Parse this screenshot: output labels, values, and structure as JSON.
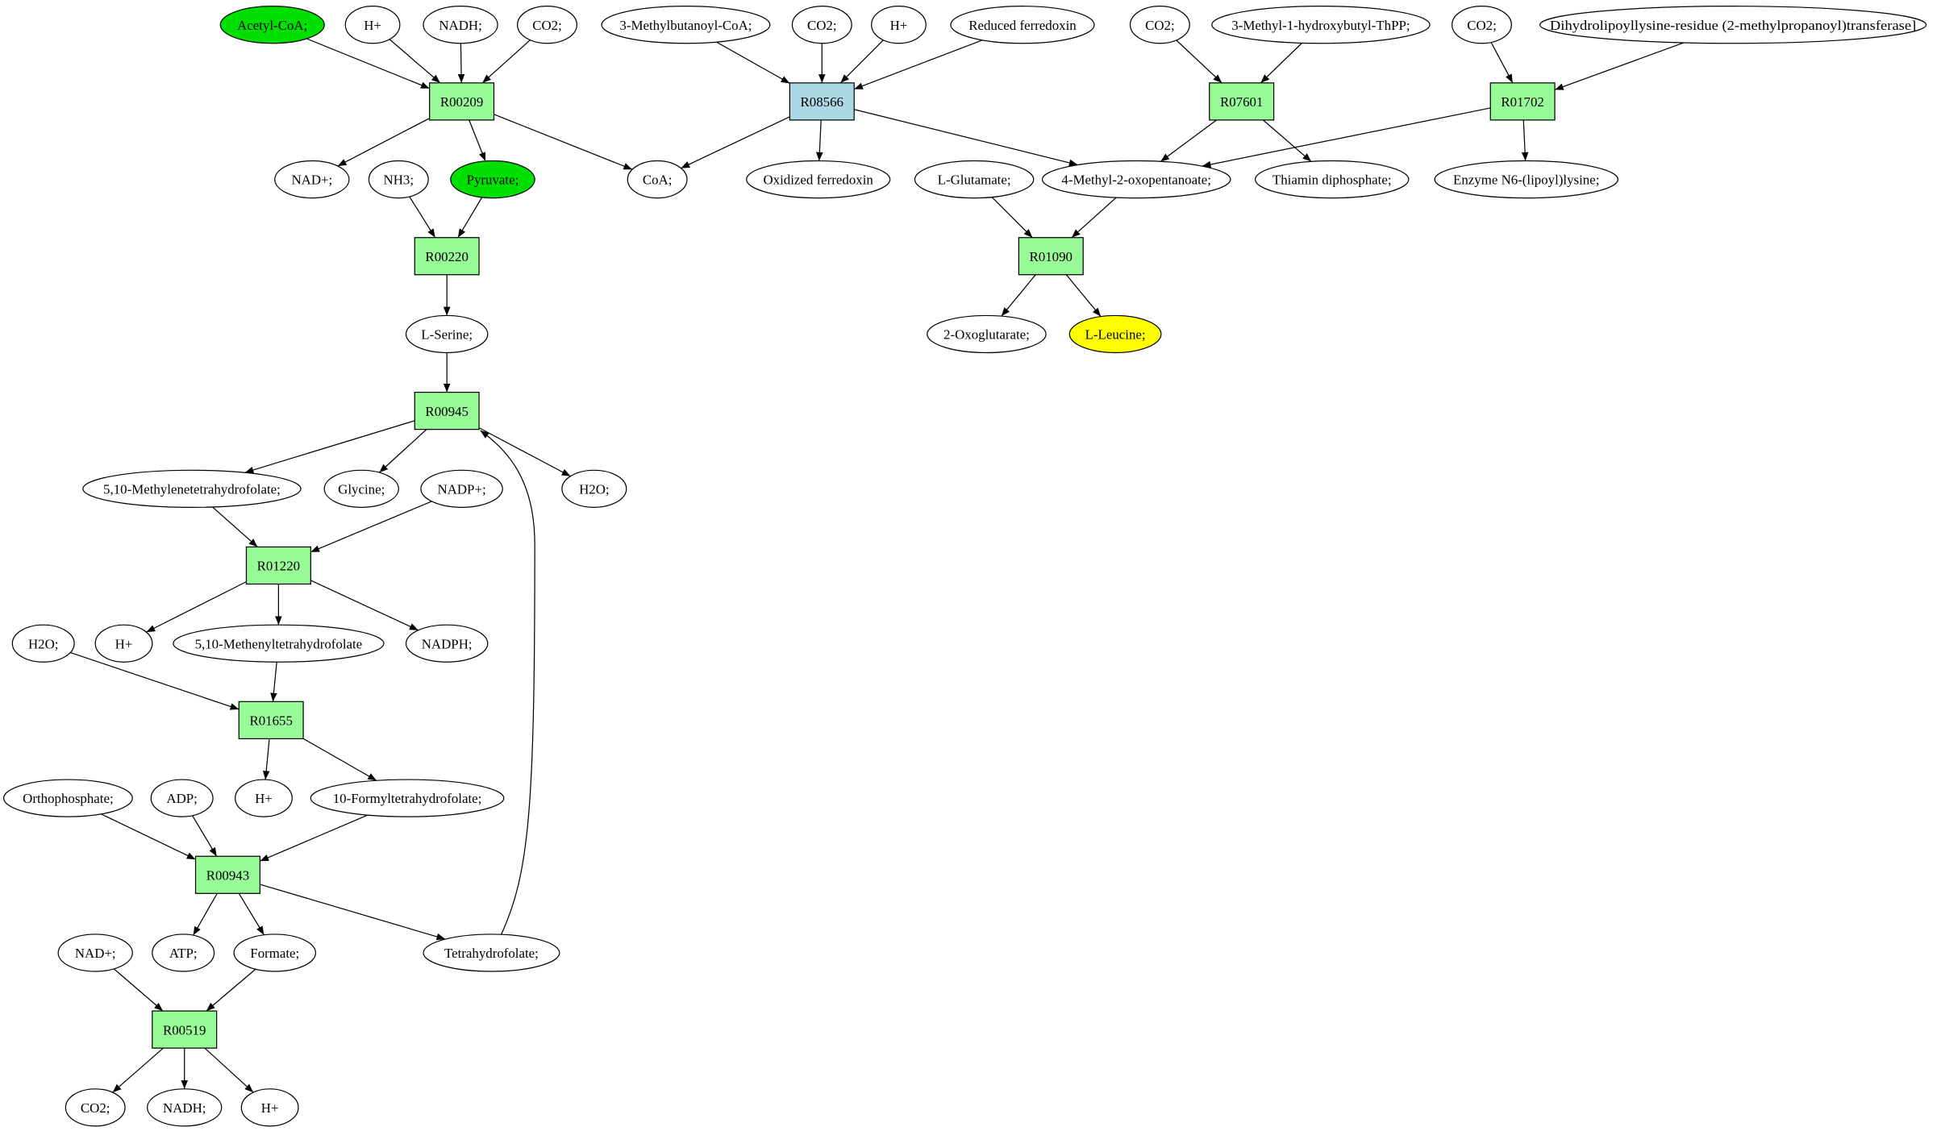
{
  "title": "Leucine pathway reaction graph",
  "colors": {
    "reaction": "#98fb98",
    "reaction_highlight": "#add8e6",
    "source_compound": "#00e000",
    "target_compound": "#ffff00",
    "compound": "#ffffff"
  },
  "nodes": [
    {
      "id": "acetyl",
      "label": "Acetyl-CoA;",
      "kind": "compound",
      "fill": "source_compound"
    },
    {
      "id": "h1",
      "label": "H+",
      "kind": "compound"
    },
    {
      "id": "nadh1",
      "label": "NADH;",
      "kind": "compound"
    },
    {
      "id": "co2a",
      "label": "CO2;",
      "kind": "compound"
    },
    {
      "id": "mb",
      "label": "3-Methylbutanoyl-CoA;",
      "kind": "compound"
    },
    {
      "id": "co2b",
      "label": "CO2;",
      "kind": "compound"
    },
    {
      "id": "h2",
      "label": "H+",
      "kind": "compound"
    },
    {
      "id": "redf",
      "label": "Reduced ferredoxin",
      "kind": "compound"
    },
    {
      "id": "co2c",
      "label": "CO2;",
      "kind": "compound"
    },
    {
      "id": "mh",
      "label": "3-Methyl-1-hydroxybutyl-ThPP;",
      "kind": "compound"
    },
    {
      "id": "co2d",
      "label": "CO2;",
      "kind": "compound"
    },
    {
      "id": "dihyd",
      "label": "Dihydrolipoyllysine-residue (2-methylpropanoyl)transferase]",
      "kind": "compound"
    },
    {
      "id": "R00209",
      "label": "R00209",
      "kind": "reaction"
    },
    {
      "id": "R08566",
      "label": "R08566",
      "kind": "reaction",
      "fill": "reaction_highlight"
    },
    {
      "id": "R07601",
      "label": "R07601",
      "kind": "reaction"
    },
    {
      "id": "R01702",
      "label": "R01702",
      "kind": "reaction"
    },
    {
      "id": "nad1",
      "label": "NAD+;",
      "kind": "compound"
    },
    {
      "id": "nh3",
      "label": "NH3;",
      "kind": "compound"
    },
    {
      "id": "pyr",
      "label": "Pyruvate;",
      "kind": "compound",
      "fill": "source_compound"
    },
    {
      "id": "coa",
      "label": "CoA;",
      "kind": "compound"
    },
    {
      "id": "oxf",
      "label": "Oxidized ferredoxin",
      "kind": "compound"
    },
    {
      "id": "glu",
      "label": "L-Glutamate;",
      "kind": "compound"
    },
    {
      "id": "mop",
      "label": "4-Methyl-2-oxopentanoate;",
      "kind": "compound"
    },
    {
      "id": "tdp",
      "label": "Thiamin diphosphate;",
      "kind": "compound"
    },
    {
      "id": "enz",
      "label": "Enzyme N6-(lipoyl)lysine;",
      "kind": "compound"
    },
    {
      "id": "R00220",
      "label": "R00220",
      "kind": "reaction"
    },
    {
      "id": "R01090",
      "label": "R01090",
      "kind": "reaction"
    },
    {
      "id": "ser",
      "label": "L-Serine;",
      "kind": "compound"
    },
    {
      "id": "oxg",
      "label": "2-Oxoglutarate;",
      "kind": "compound"
    },
    {
      "id": "leu",
      "label": "L-Leucine;",
      "kind": "compound",
      "fill": "target_compound"
    },
    {
      "id": "R00945",
      "label": "R00945",
      "kind": "reaction"
    },
    {
      "id": "mthf",
      "label": "5,10-Methylenetetrahydrofolate;",
      "kind": "compound"
    },
    {
      "id": "gly",
      "label": "Glycine;",
      "kind": "compound"
    },
    {
      "id": "nadp",
      "label": "NADP+;",
      "kind": "compound"
    },
    {
      "id": "h2o1",
      "label": "H2O;",
      "kind": "compound"
    },
    {
      "id": "R01220",
      "label": "R01220",
      "kind": "reaction"
    },
    {
      "id": "h2o2",
      "label": "H2O;",
      "kind": "compound"
    },
    {
      "id": "h3",
      "label": "H+",
      "kind": "compound"
    },
    {
      "id": "menthf",
      "label": "5,10-Methenyltetrahydrofolate",
      "kind": "compound"
    },
    {
      "id": "nadph",
      "label": "NADPH;",
      "kind": "compound"
    },
    {
      "id": "R01655",
      "label": "R01655",
      "kind": "reaction"
    },
    {
      "id": "pi",
      "label": "Orthophosphate;",
      "kind": "compound"
    },
    {
      "id": "adp",
      "label": "ADP;",
      "kind": "compound"
    },
    {
      "id": "h4",
      "label": "H+",
      "kind": "compound"
    },
    {
      "id": "fthf",
      "label": "10-Formyltetrahydrofolate;",
      "kind": "compound"
    },
    {
      "id": "R00943",
      "label": "R00943",
      "kind": "reaction"
    },
    {
      "id": "nad2",
      "label": "NAD+;",
      "kind": "compound"
    },
    {
      "id": "atp",
      "label": "ATP;",
      "kind": "compound"
    },
    {
      "id": "form",
      "label": "Formate;",
      "kind": "compound"
    },
    {
      "id": "thf",
      "label": "Tetrahydrofolate;",
      "kind": "compound"
    },
    {
      "id": "R00519",
      "label": "R00519",
      "kind": "reaction"
    },
    {
      "id": "co2e",
      "label": "CO2;",
      "kind": "compound"
    },
    {
      "id": "nadh2",
      "label": "NADH;",
      "kind": "compound"
    },
    {
      "id": "h5",
      "label": "H+",
      "kind": "compound"
    }
  ],
  "edges": [
    [
      "acetyl",
      "R00209"
    ],
    [
      "h1",
      "R00209"
    ],
    [
      "nadh1",
      "R00209"
    ],
    [
      "co2a",
      "R00209"
    ],
    [
      "R00209",
      "nad1"
    ],
    [
      "R00209",
      "pyr"
    ],
    [
      "R00209",
      "coa"
    ],
    [
      "mb",
      "R08566"
    ],
    [
      "co2b",
      "R08566"
    ],
    [
      "h2",
      "R08566"
    ],
    [
      "redf",
      "R08566"
    ],
    [
      "R08566",
      "coa"
    ],
    [
      "R08566",
      "oxf"
    ],
    [
      "R08566",
      "mop"
    ],
    [
      "co2c",
      "R07601"
    ],
    [
      "mh",
      "R07601"
    ],
    [
      "R07601",
      "mop"
    ],
    [
      "R07601",
      "tdp"
    ],
    [
      "co2d",
      "R01702"
    ],
    [
      "dihyd",
      "R01702"
    ],
    [
      "R01702",
      "mop"
    ],
    [
      "R01702",
      "enz"
    ],
    [
      "nh3",
      "R00220"
    ],
    [
      "pyr",
      "R00220"
    ],
    [
      "R00220",
      "ser"
    ],
    [
      "glu",
      "R01090"
    ],
    [
      "mop",
      "R01090"
    ],
    [
      "R01090",
      "oxg"
    ],
    [
      "R01090",
      "leu"
    ],
    [
      "ser",
      "R00945"
    ],
    [
      "R00945",
      "mthf"
    ],
    [
      "R00945",
      "gly"
    ],
    [
      "R00945",
      "h2o1"
    ],
    [
      "mthf",
      "R01220"
    ],
    [
      "nadp",
      "R01220"
    ],
    [
      "R01220",
      "h3"
    ],
    [
      "R01220",
      "menthf"
    ],
    [
      "R01220",
      "nadph"
    ],
    [
      "h2o2",
      "R01655"
    ],
    [
      "menthf",
      "R01655"
    ],
    [
      "R01655",
      "h4"
    ],
    [
      "R01655",
      "fthf"
    ],
    [
      "pi",
      "R00943"
    ],
    [
      "adp",
      "R00943"
    ],
    [
      "fthf",
      "R00943"
    ],
    [
      "R00943",
      "atp"
    ],
    [
      "R00943",
      "form"
    ],
    [
      "R00943",
      "thf"
    ],
    [
      "thf",
      "R00945"
    ],
    [
      "nad2",
      "R00519"
    ],
    [
      "form",
      "R00519"
    ],
    [
      "R00519",
      "co2e"
    ],
    [
      "R00519",
      "nadh2"
    ],
    [
      "R00519",
      "h5"
    ]
  ]
}
